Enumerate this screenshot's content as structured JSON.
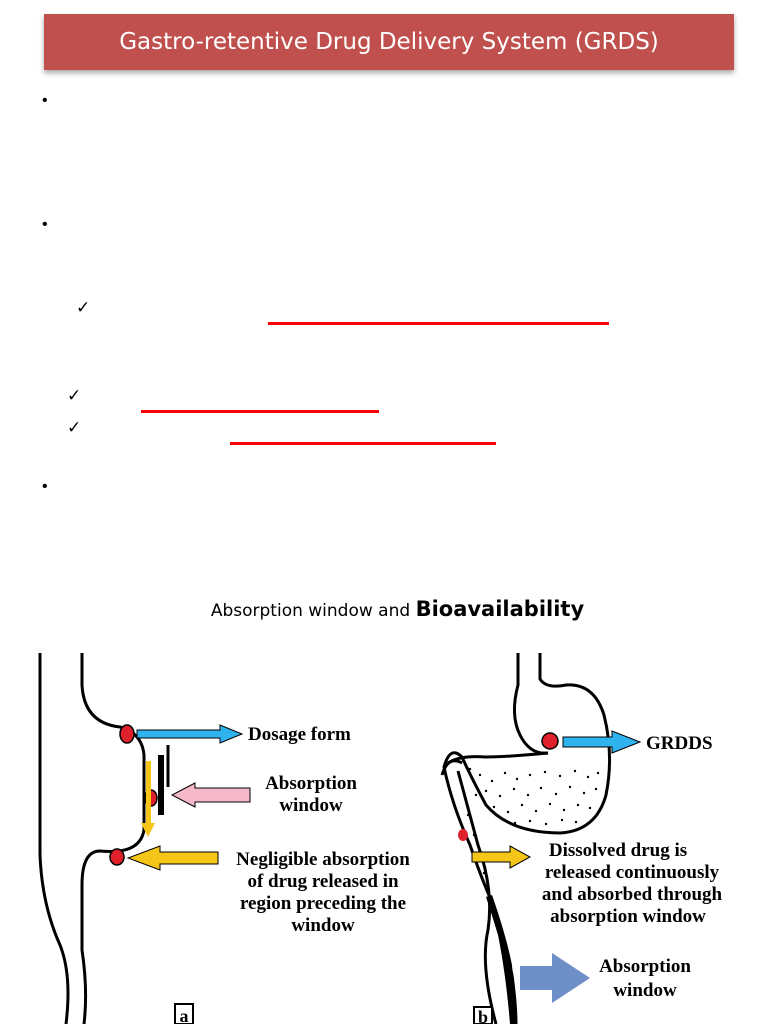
{
  "header": {
    "title": "Gastro-retentive Drug Delivery System (GRDS)"
  },
  "bullets": [
    "•",
    "•",
    "•"
  ],
  "checks": [
    "✓",
    "✓",
    "✓"
  ],
  "subtitle": {
    "part1": "Absorption window and ",
    "part2": "Bioavailability"
  },
  "figure_a": {
    "dosage_label": "Dosage form",
    "absorption_label": [
      "Absorption",
      "window"
    ],
    "negligible_label": [
      "Negligible absorption",
      "of drug released in",
      "region preceding the",
      "window"
    ],
    "panel_letter": "a"
  },
  "figure_b": {
    "grdds_label": "GRDDS",
    "dissolved_label": [
      "Dissolved drug is",
      "released continuously",
      "and absorbed through",
      "absorption window"
    ],
    "absorption_label": [
      "Absorption",
      "window"
    ],
    "panel_letter": "b"
  },
  "colors": {
    "title_bg": "#c0504d",
    "underline": "#ff0000",
    "blue_arrow": "#2fb3ee",
    "pink_arrow": "#f4b8c8",
    "yellow_arrow": "#f5c518",
    "steel_arrow": "#6f8fc8",
    "drug_dot": "#e0202a"
  }
}
